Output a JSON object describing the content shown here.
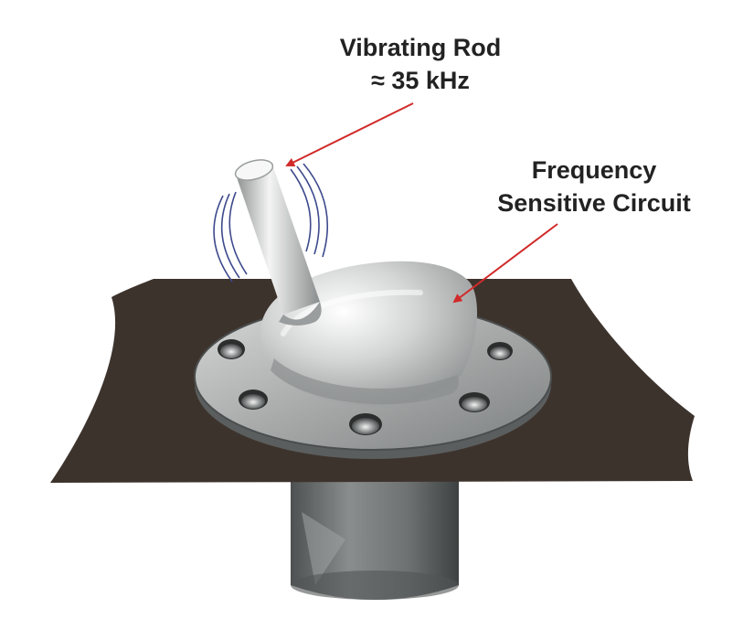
{
  "labels": {
    "rod": {
      "line1": "Vibrating Rod",
      "line2": "≈ 35 kHz"
    },
    "circuit": {
      "line1": "Frequency",
      "line2": "Sensitive Circuit"
    }
  },
  "colors": {
    "floor": "#3d332d",
    "arrow": "#d12a2a",
    "vibration_lines": "#3e4a8c",
    "metal_light": "#eeeeee",
    "metal_mid": "#a9abab",
    "metal_dark": "#5e6161",
    "text": "#222222"
  },
  "icons": {
    "mounting_bolts": 8,
    "vibration_arcs_per_side": 3
  }
}
